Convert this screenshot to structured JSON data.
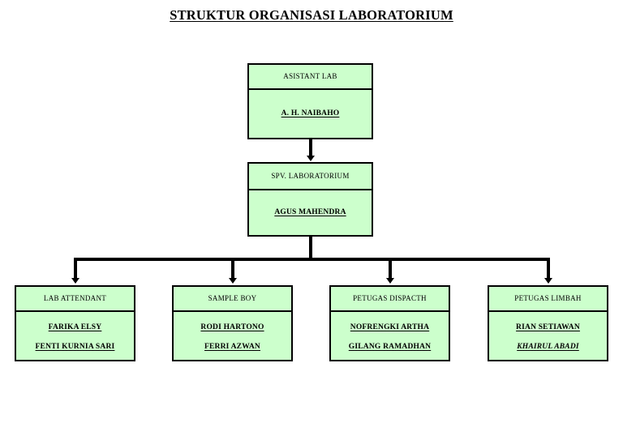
{
  "title": "STRUKTUR ORGANISASI LABORATORIUM",
  "colors": {
    "node_fill": "#CCFFCC",
    "node_border": "#000000",
    "connector": "#000000",
    "background": "#FFFFFF",
    "text": "#000000"
  },
  "chart_data": {
    "type": "diagram",
    "diagram_type": "organizational-chart",
    "title": "STRUKTUR ORGANISASI LABORATORIUM",
    "orientation": "top-down",
    "levels": 3,
    "nodes": [
      {
        "id": "asistant-lab",
        "level": 1,
        "role": "ASISTANT LAB",
        "people": [
          {
            "name": "A. H. NAIBAHO",
            "style": "bold-underline"
          }
        ]
      },
      {
        "id": "spv-laboratorium",
        "level": 2,
        "role": "SPV. LABORATORIUM",
        "people": [
          {
            "name": "AGUS MAHENDRA",
            "style": "bold-underline"
          }
        ]
      },
      {
        "id": "lab-attendant",
        "level": 3,
        "role": "LAB ATTENDANT",
        "people": [
          {
            "name": "FARIKA ELSY",
            "style": "bold-underline"
          },
          {
            "name": "FENTI KURNIA SARI",
            "style": "bold-underline"
          }
        ]
      },
      {
        "id": "sample-boy",
        "level": 3,
        "role": "SAMPLE BOY",
        "people": [
          {
            "name": "RODI HARTONO",
            "style": "bold-underline"
          },
          {
            "name": "FERRI AZWAN",
            "style": "bold-underline"
          }
        ]
      },
      {
        "id": "petugas-dispacth",
        "level": 3,
        "role": "PETUGAS DISPACTH",
        "people": [
          {
            "name": "NOFRENGKI ARTHA",
            "style": "bold-underline"
          },
          {
            "name": "GILANG RAMADHAN",
            "style": "bold-underline"
          }
        ]
      },
      {
        "id": "petugas-limbah",
        "level": 3,
        "role": "PETUGAS LIMBAH",
        "people": [
          {
            "name": "RIAN SETIAWAN",
            "style": "bold-underline"
          },
          {
            "name": "KHAIRUL ABADI",
            "style": "bold-italic-underline"
          }
        ]
      }
    ],
    "edges": [
      {
        "from": "asistant-lab",
        "to": "spv-laboratorium",
        "arrow": true
      },
      {
        "from": "spv-laboratorium",
        "to": "lab-attendant",
        "arrow": true
      },
      {
        "from": "spv-laboratorium",
        "to": "sample-boy",
        "arrow": true
      },
      {
        "from": "spv-laboratorium",
        "to": "petugas-dispacth",
        "arrow": true
      },
      {
        "from": "spv-laboratorium",
        "to": "petugas-limbah",
        "arrow": true
      }
    ]
  }
}
